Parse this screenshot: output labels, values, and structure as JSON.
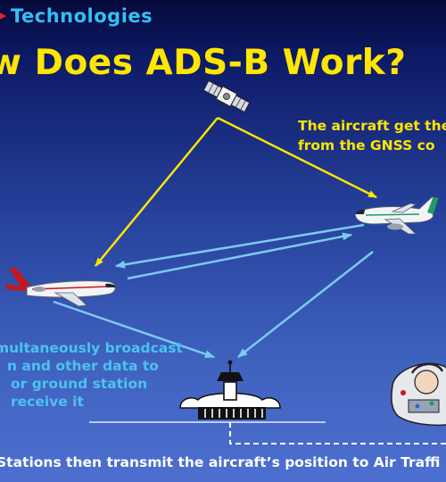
{
  "header": {
    "brand": "Technologies",
    "title": "w Does ADS-B Work?"
  },
  "captions": {
    "aircraft_gnss": [
      "The aircraft get the",
      "from the GNSS co"
    ],
    "broadcast": [
      "multaneously broadcast",
      "n and other data to",
      "or ground station",
      "receive it"
    ],
    "ground_stations": "Stations then transmit the aircraft’s position to Air Traffi"
  },
  "colors": {
    "title": "#ffe600",
    "brand": "#34c0f2",
    "arrow_yellow": "#ffe600",
    "arrow_cyan": "#7cc9f0",
    "caption_cyan": "#4cc2ee",
    "background_top": "#050a3a",
    "background_bottom": "#4d6fcf"
  }
}
